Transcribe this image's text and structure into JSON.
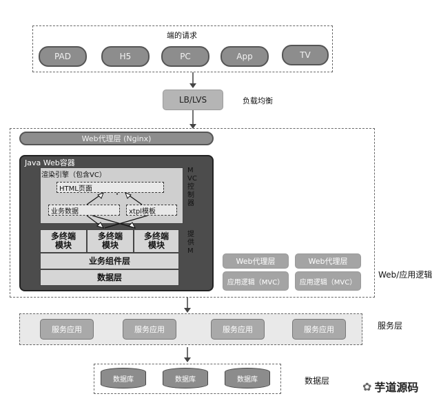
{
  "clients": {
    "title": "端的请求",
    "items": [
      "PAD",
      "H5",
      "PC",
      "App",
      "TV"
    ]
  },
  "lb": {
    "label": "LB/LVS",
    "desc": "负载均衡"
  },
  "web": {
    "proxy_bar": "Web代理层 (Nginx)",
    "container_title": "Java Web容器",
    "render_title": "渲染引擎（包含VC）",
    "html_page": "HTML页面",
    "biz_data": "业务数据",
    "xtpl": "xtpl模板",
    "mvc_label": "MVC控制器",
    "m_label": "提供M",
    "modules": [
      "多终端\n模块",
      "多终端\n模块",
      "多终端\n模块"
    ],
    "biz_components": "业务组件层",
    "data_layer": "数据层",
    "side": [
      {
        "proxy": "Web代理层",
        "app": "应用逻辑（MVC）"
      },
      {
        "proxy": "Web代理层",
        "app": "应用逻辑（MVC）"
      }
    ],
    "layer_name": "Web/应用逻辑"
  },
  "services": {
    "items": [
      "服务应用",
      "服务应用",
      "服务应用",
      "服务应用"
    ],
    "layer_name": "服务层"
  },
  "databases": {
    "items": [
      "数据库",
      "数据库",
      "数据库"
    ],
    "layer_name": "数据层"
  },
  "watermark": "芋道源码"
}
